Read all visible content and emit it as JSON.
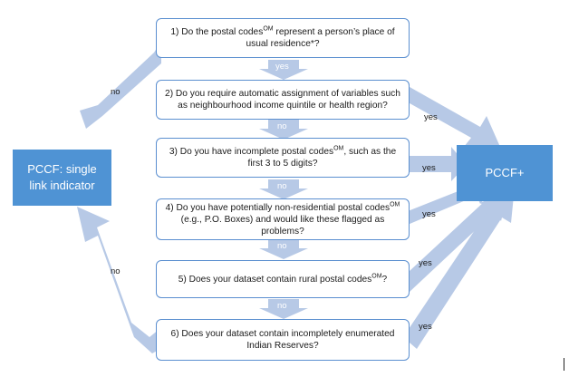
{
  "questions": [
    {
      "pre": "1) Do the postal codes",
      "sup": "OM",
      "post": " represent a person’s place of usual residence*?"
    },
    {
      "pre": "2) Do you require automatic assignment of variables such as neighbourhood income quintile or health region?",
      "sup": "",
      "post": ""
    },
    {
      "pre": "3) Do you have incomplete postal codes",
      "sup": "OM",
      "post": ", such as the first 3 to 5 digits?"
    },
    {
      "pre": "4) Do you have potentially non-residential postal codes",
      "sup": "OM",
      "post": " (e.g., P.O. Boxes) and would like these flagged as problems?"
    },
    {
      "pre": "5) Does your dataset contain rural postal codes",
      "sup": "OM",
      "post": "?"
    },
    {
      "pre": "6) Does your dataset contain incompletely enumerated Indian Reserves?",
      "sup": "",
      "post": ""
    }
  ],
  "outcomes": {
    "left": "PCCF: single link indicator",
    "right": "PCCF+"
  },
  "labels": {
    "yes": "yes",
    "no": "no"
  }
}
